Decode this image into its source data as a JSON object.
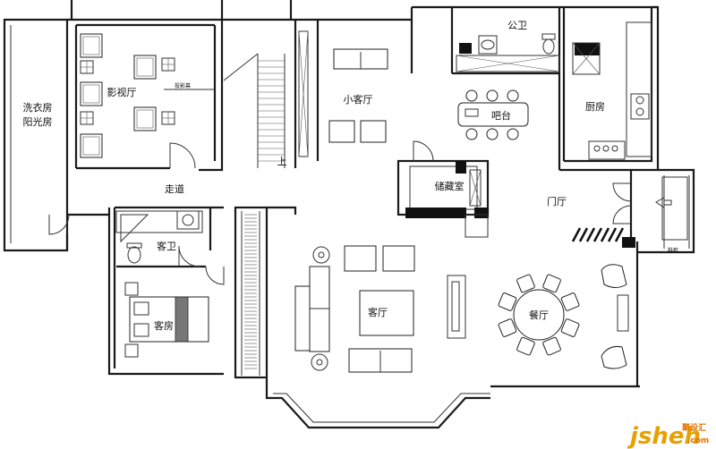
{
  "rooms": {
    "laundry": "洗衣房",
    "sunroom": "阳光房",
    "theater": "影视厅",
    "projector": "投影幕",
    "small_living": "小客厅",
    "public_wc": "公卫",
    "bar": "吧台",
    "kitchen": "厨房",
    "corridor": "走道",
    "storage": "储藏室",
    "foyer": "门厅",
    "guest_wc": "客卫",
    "guest_room": "客房",
    "living_room": "客厅",
    "dining": "餐厅",
    "shoe_cabinet": "鞋柜",
    "stair_up": "上"
  },
  "watermark": {
    "site": "jsheh",
    "domain": ".com",
    "brand": "聚设汇"
  }
}
